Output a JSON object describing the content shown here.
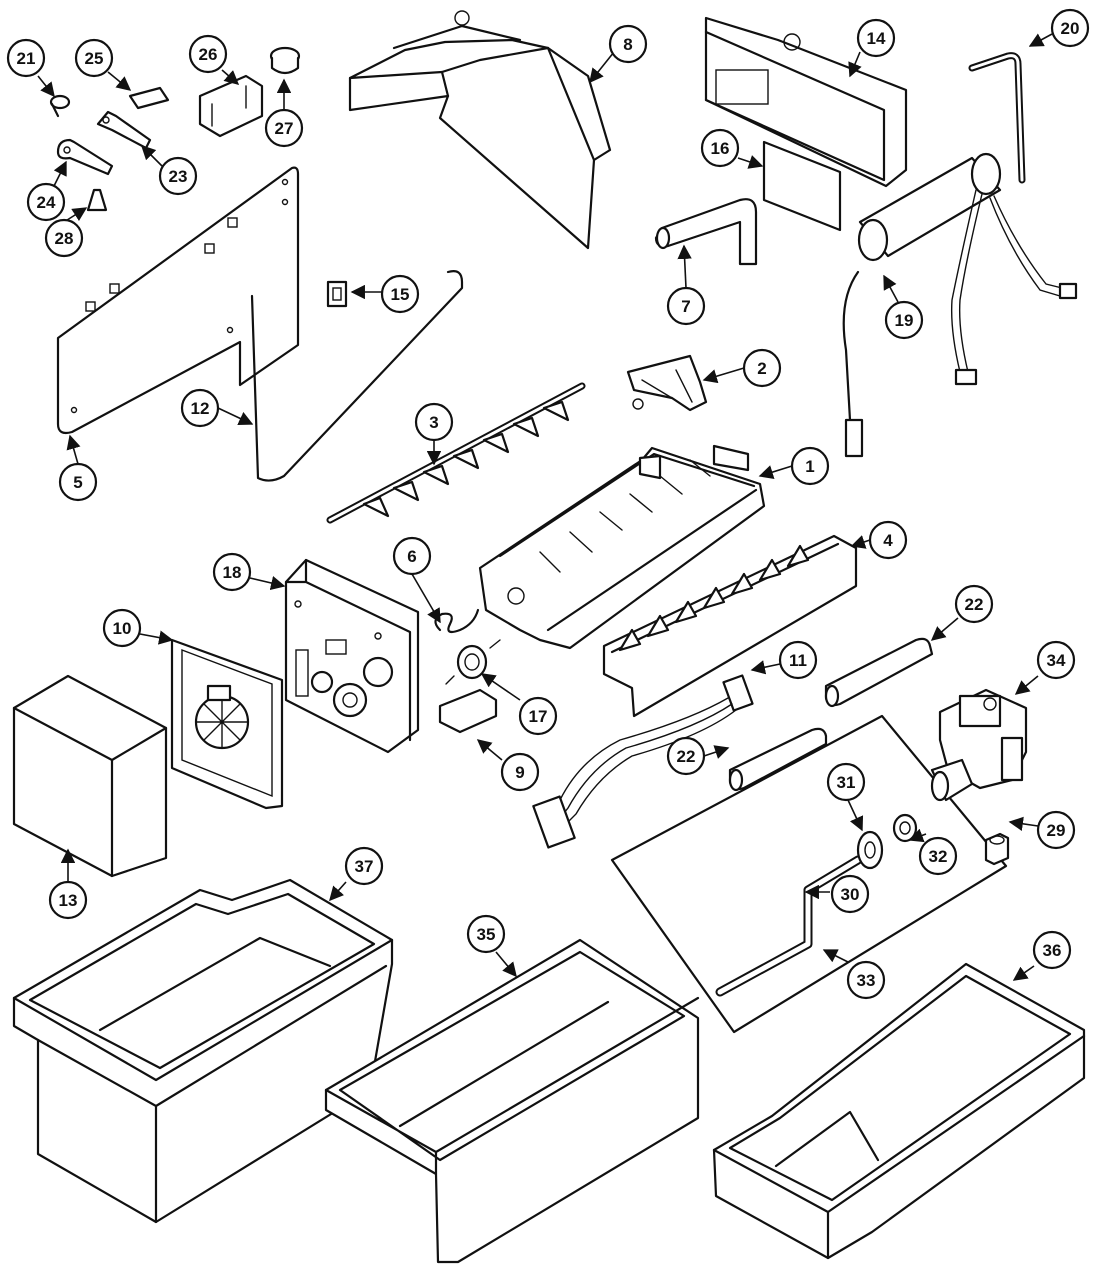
{
  "callouts": {
    "c1": "1",
    "c2": "2",
    "c3": "3",
    "c4": "4",
    "c5": "5",
    "c6": "6",
    "c7": "7",
    "c8": "8",
    "c9": "9",
    "c10": "10",
    "c11": "11",
    "c12": "12",
    "c13": "13",
    "c14": "14",
    "c15": "15",
    "c16": "16",
    "c17": "17",
    "c18": "18",
    "c19": "19",
    "c20": "20",
    "c21": "21",
    "c22a": "22",
    "c22b": "22",
    "c23": "23",
    "c24": "24",
    "c25": "25",
    "c26": "26",
    "c27": "27",
    "c28": "28",
    "c29": "29",
    "c30": "30",
    "c31": "31",
    "c32": "32",
    "c33": "33",
    "c34": "34",
    "c35": "35",
    "c36": "36",
    "c37": "37"
  }
}
